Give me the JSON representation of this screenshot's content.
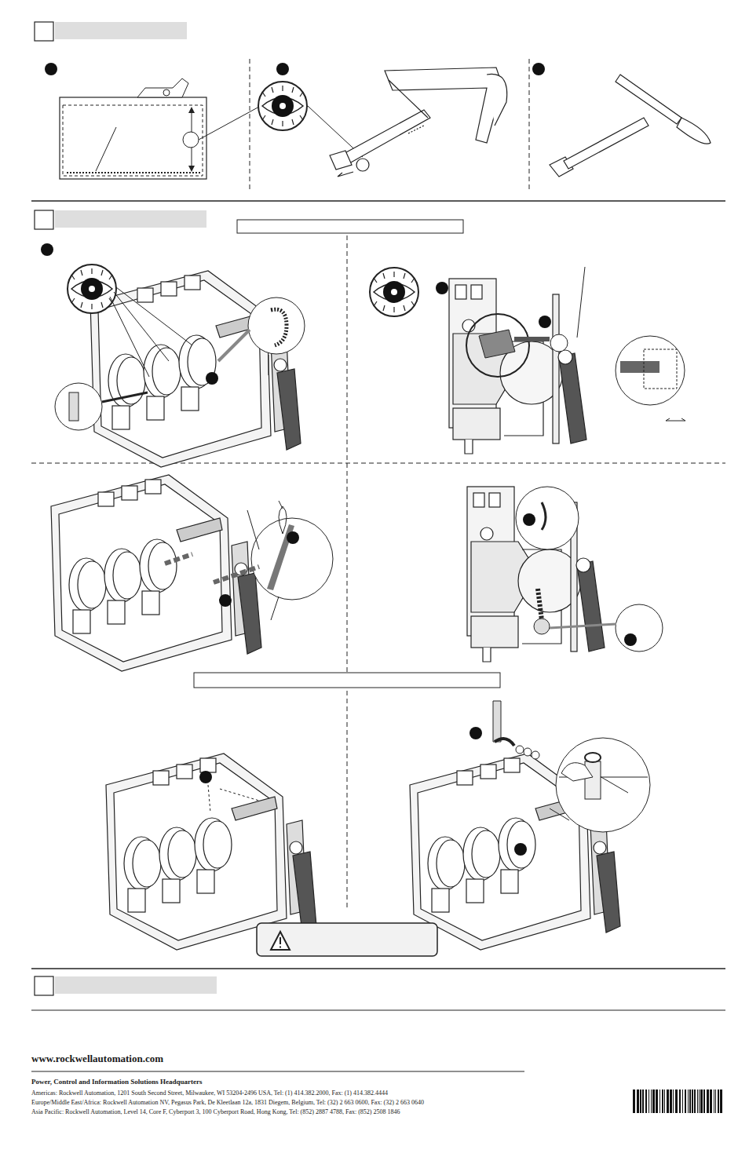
{
  "diagram": {
    "labels": [
      "www.rockwellautomation.com",
      "Power, Control and Information Solutions Headquarters",
      "Americas: Rockwell Automation, 1201 South Second Street, Milwaukee, WI 53204-2496 USA, Tel: (1) 414.382.2000, Fax: (1) 414.382.4444",
      "Europe/Middle East/Africa: Rockwell Automation NV, Pegasus Park, De Kleetlaan 12a, 1831 Diegem, Belgium, Tel: (32) 2 663 0600, Fax: (32) 2 663 0640",
      "Asia Pacific: Rockwell Automation, Level 14, Core F, Cyberport 3, 100 Cyberport Road, Hong Kong, Tel: (852) 2887 4788, Fax: (852) 2508 1846"
    ]
  }
}
